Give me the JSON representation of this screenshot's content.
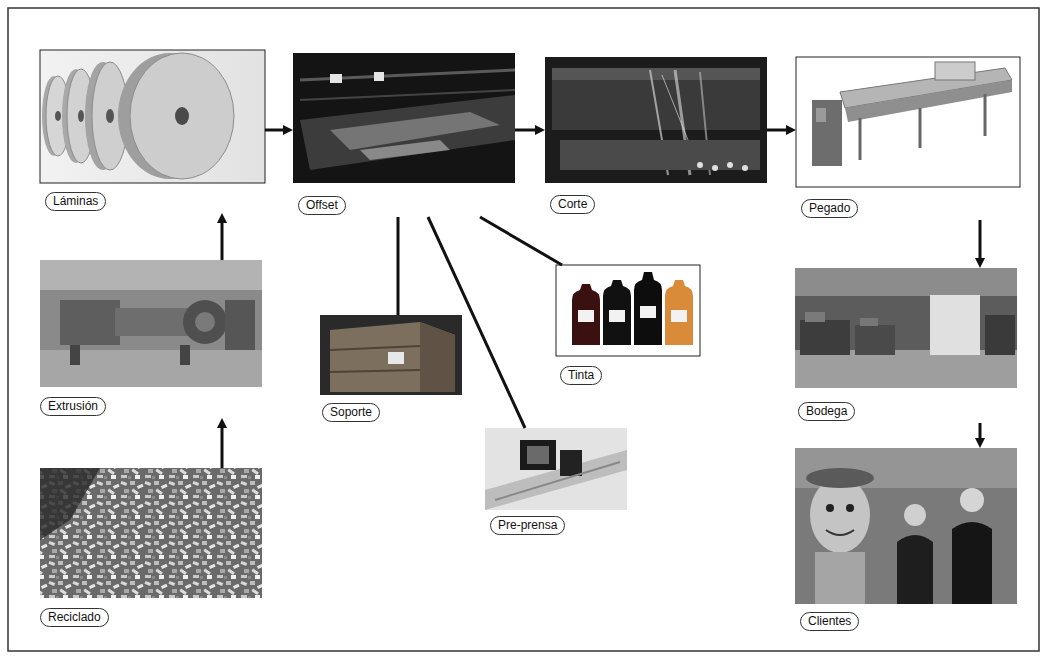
{
  "diagram": {
    "nodes": [
      {
        "text": [
          "Láminas"
        ]
      },
      {
        "text": [
          "Offset"
        ]
      },
      {
        "text": [
          "Corte"
        ]
      },
      {
        "text": [
          "Pegado"
        ]
      },
      {
        "text": [
          "Extrusión"
        ]
      },
      {
        "text": [
          "Soporte"
        ]
      },
      {
        "text": [
          "Tinta"
        ]
      },
      {
        "text": [
          "Bodega"
        ]
      },
      {
        "text": [
          "Pre-prensa"
        ]
      },
      {
        "text": [
          "Reciclado"
        ]
      },
      {
        "text": [
          "Clientes"
        ]
      }
    ],
    "edges": [
      {
        "from": 0,
        "to": 1,
        "arrow": "to"
      },
      {
        "from": 1,
        "to": 2,
        "arrow": "to"
      },
      {
        "from": 2,
        "to": 3,
        "arrow": "to"
      },
      {
        "from": 3,
        "to": 7,
        "arrow": "to"
      },
      {
        "from": 7,
        "to": 10,
        "arrow": "to"
      },
      {
        "from": 9,
        "to": 4,
        "arrow": "to"
      },
      {
        "from": 4,
        "to": 0,
        "arrow": "to"
      },
      {
        "from": 1,
        "to": 5,
        "arrow": "none"
      },
      {
        "from": 1,
        "to": 8,
        "arrow": "none"
      },
      {
        "from": 1,
        "to": 6,
        "arrow": "none"
      }
    ]
  }
}
